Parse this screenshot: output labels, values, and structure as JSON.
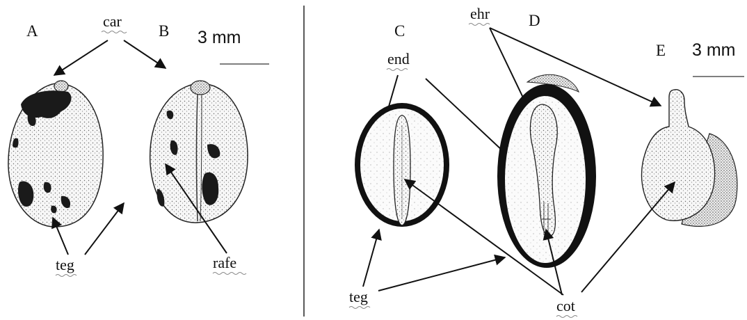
{
  "panels": [
    "A",
    "B",
    "C",
    "D",
    "E"
  ],
  "scale_bars": [
    "3 mm",
    "3 mm"
  ],
  "labels": {
    "car": "car",
    "teg_left": "teg",
    "rafe": "rafe",
    "end": "end",
    "ehr": "ehr",
    "teg_right": "teg",
    "cot": "cot"
  }
}
